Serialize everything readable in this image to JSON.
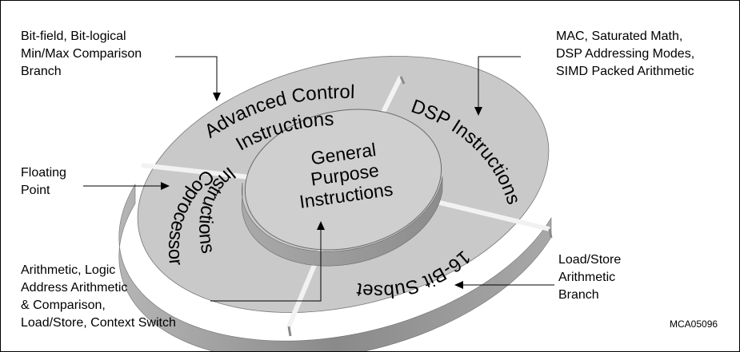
{
  "segments": {
    "advanced_control": [
      "Advanced Control",
      "Instructions"
    ],
    "dsp": "DSP Instructions",
    "coprocessor": [
      "Coprocessor",
      "Instructions"
    ],
    "subset_16bit": "16-Bit Subset"
  },
  "center": [
    "General",
    "Purpose",
    "Instructions"
  ],
  "notes": {
    "top_left": [
      "Bit-field, Bit-logical",
      "Min/Max Comparison",
      "Branch"
    ],
    "top_right": [
      "MAC, Saturated Math,",
      "DSP Addressing Modes,",
      "SIMD Packed Arithmetic"
    ],
    "mid_left": [
      "Floating",
      "Point"
    ],
    "bottom_left": [
      "Arithmetic, Logic",
      "Address Arithmetic",
      "& Comparison,",
      "Load/Store, Context Switch"
    ],
    "bottom_right": [
      "Load/Store",
      "Arithmetic",
      "Branch"
    ]
  },
  "figure_id": "MCA05096",
  "colors": {
    "ring_face": "#c8c8c8",
    "ring_side": "#8f8f8f",
    "center_face": "#cfcfcf",
    "gap": "#f4f4f4"
  }
}
